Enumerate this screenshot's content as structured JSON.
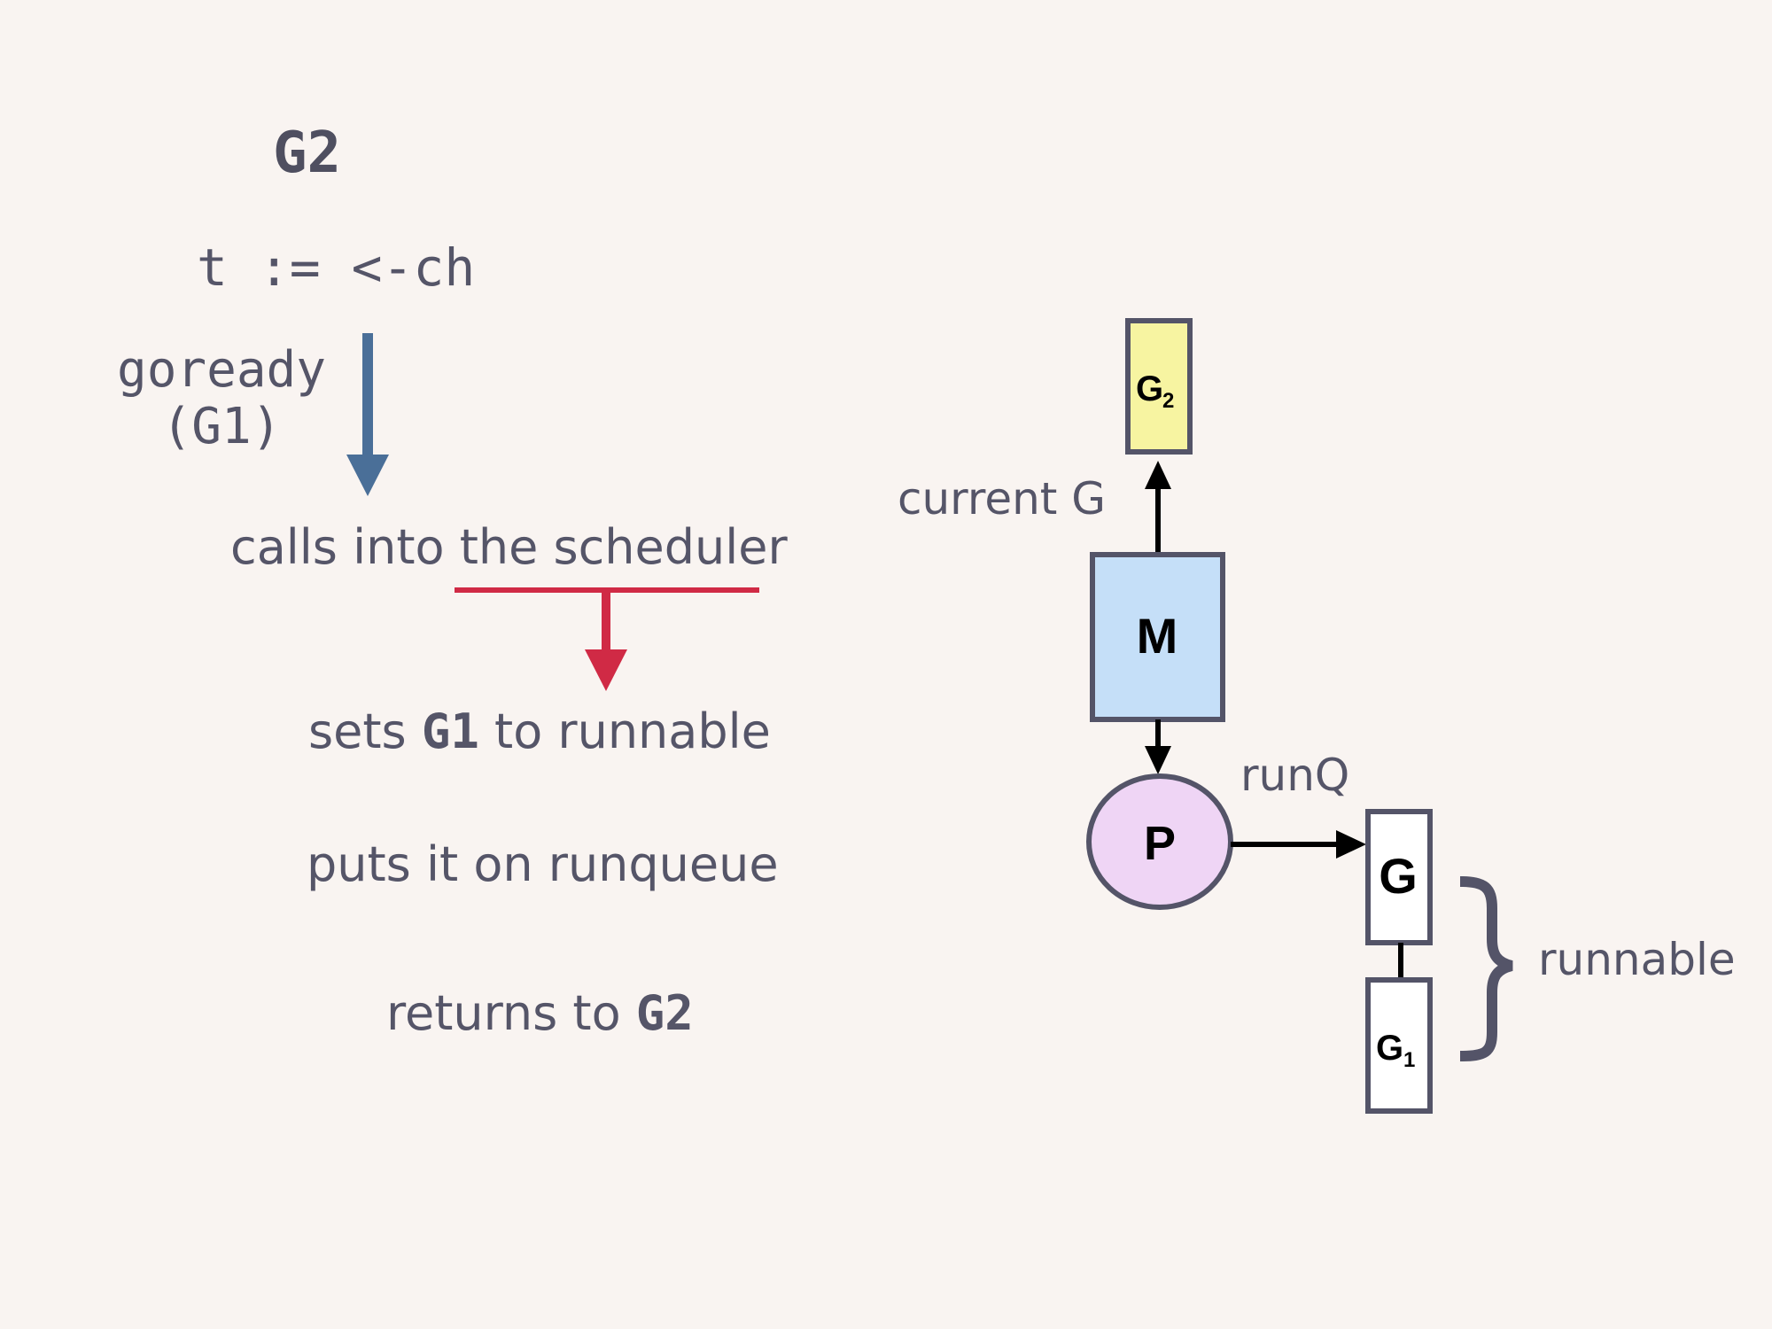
{
  "left_panel": {
    "heading": "G2",
    "code": "t := <-ch",
    "call_name": "goready",
    "call_arg": "(G1)",
    "steps": {
      "calls": "calls into the scheduler",
      "sets_prefix": "sets ",
      "sets_mono": "G1",
      "sets_suffix": " to runnable",
      "puts": "puts it on runqueue",
      "returns_prefix": "returns to ",
      "returns_mono": "G2"
    }
  },
  "diagram": {
    "current_label": "current G",
    "runq_label": "runQ",
    "runnable_label": "runnable",
    "current_g": {
      "letter": "G",
      "sub": "2"
    },
    "m_label": "M",
    "p_label": "P",
    "queue_head": "G",
    "queue_g1": {
      "letter": "G",
      "sub": "1"
    }
  },
  "colors": {
    "background": "#f9f4f1",
    "text": "#555568",
    "blue_arrow": "#4a6f98",
    "red_arrow": "#d02a45",
    "g2_fill": "#f7f4a1",
    "m_fill": "#c5dff8",
    "p_fill": "#efd5f5",
    "queue_fill": "#ffffff",
    "outline": "#545468"
  }
}
